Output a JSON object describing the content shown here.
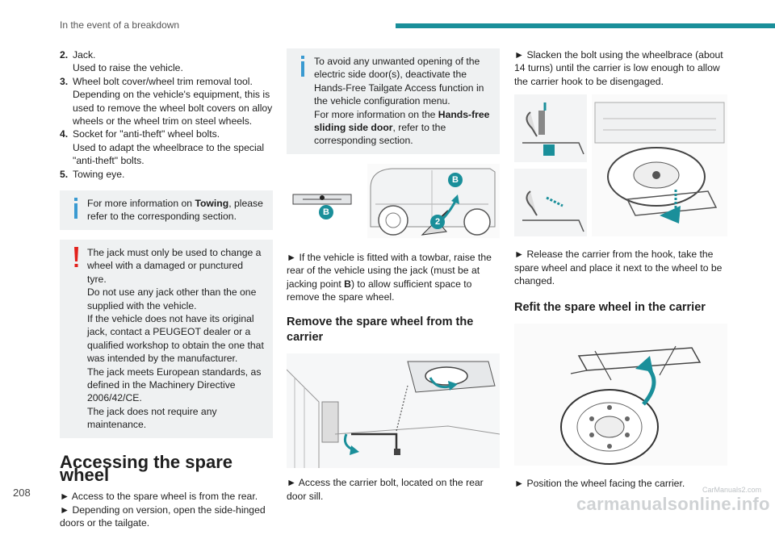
{
  "header": {
    "title": "In the event of a breakdown"
  },
  "page_number": "208",
  "col1": {
    "items": [
      {
        "num": "2.",
        "lines": [
          "Jack.",
          "Used to raise the vehicle."
        ]
      },
      {
        "num": "3.",
        "lines": [
          "Wheel bolt cover/wheel trim removal tool.",
          "Depending on the vehicle's equipment, this is used to remove the wheel bolt covers on alloy wheels or the wheel trim on steel wheels."
        ]
      },
      {
        "num": "4.",
        "lines": [
          "Socket for \"anti-theft\" wheel bolts.",
          "Used to adapt the wheelbrace to the special \"anti-theft\" bolts."
        ]
      },
      {
        "num": "5.",
        "lines": [
          "Towing eye."
        ]
      }
    ],
    "info_note": {
      "pre": "For more information on ",
      "bold": "Towing",
      "post": ", please refer to the corresponding section."
    },
    "warning": [
      "The jack must only be used to change a wheel with a damaged or punctured tyre.",
      "Do not use any jack other than the one supplied with the vehicle.",
      "If the vehicle does not have its original jack, contact a PEUGEOT dealer or a qualified workshop to obtain the one that was intended by the manufacturer.",
      "The jack meets European standards, as defined in the Machinery Directive 2006/42/CE.",
      "The jack does not require any maintenance."
    ],
    "section_title": "Accessing the spare wheel",
    "steps": [
      "► Access to the spare wheel is from the rear.",
      "► Depending on version, open the side-hinged doors or the tailgate."
    ]
  },
  "col2": {
    "info_note": {
      "line1": "To avoid any unwanted opening of the electric side door(s), deactivate the Hands-Free Tailgate Access function in the vehicle configuration menu.",
      "pre": "For more information on the ",
      "bold": "Hands-free sliding side door",
      "post": ", refer to the corresponding section."
    },
    "fig1_labels": {
      "b1": "B",
      "b2": "B",
      "two": "2"
    },
    "towbar_pre": "► If the vehicle is fitted with a towbar, raise the rear of the vehicle using the jack (must be at jacking point ",
    "towbar_bold": "B",
    "towbar_post": ") to allow sufficient space to remove the spare wheel.",
    "sub_title": "Remove the spare wheel from the carrier",
    "step_bolt": "► Access the carrier bolt, located on the rear door sill."
  },
  "col3": {
    "step_slacken": "► Slacken the bolt using the wheelbrace (about 14 turns) until the carrier is low enough to allow the carrier hook to be disengaged.",
    "step_release": "► Release the carrier from the hook, take the spare wheel and place it next to the wheel to be changed.",
    "sub_title": "Refit the spare wheel in the carrier",
    "step_position": "► Position the wheel facing the carrier."
  },
  "watermark": "carmanualsonline.info",
  "watermark_small": "CarManuals2.com",
  "colors": {
    "accent": "#1a8f9a",
    "info": "#3a9ad1",
    "warning": "#e2211c",
    "note_bg": "#eff1f2"
  }
}
